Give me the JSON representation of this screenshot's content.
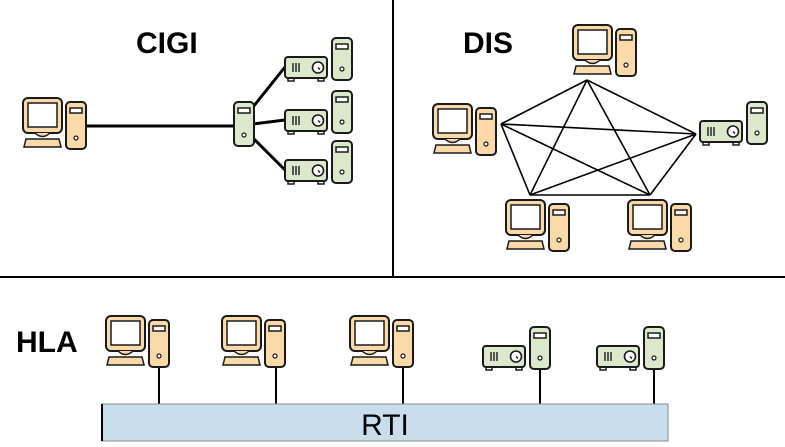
{
  "colors": {
    "pc_fill": "#FBD9A8",
    "ig_fill": "#DCE8CC",
    "rti_fill": "#C8DEEC",
    "stroke": "#1a1a1a"
  },
  "panels": {
    "cigi": {
      "title": "CIGI",
      "host": {
        "type": "computer"
      },
      "hub": {
        "type": "server-tower"
      },
      "channels": [
        {
          "type": "projector-with-tower"
        },
        {
          "type": "projector-with-tower"
        },
        {
          "type": "projector-with-tower"
        }
      ]
    },
    "dis": {
      "title": "DIS",
      "nodes": [
        {
          "id": "top",
          "type": "computer"
        },
        {
          "id": "left",
          "type": "computer"
        },
        {
          "id": "right",
          "type": "projector-with-tower"
        },
        {
          "id": "bottom-left",
          "type": "computer"
        },
        {
          "id": "bottom-right",
          "type": "computer"
        }
      ],
      "topology": "fully-connected mesh"
    },
    "hla": {
      "title": "HLA",
      "bus_label": "RTI",
      "nodes": [
        {
          "type": "computer"
        },
        {
          "type": "computer"
        },
        {
          "type": "computer"
        },
        {
          "type": "projector-with-tower"
        },
        {
          "type": "projector-with-tower"
        }
      ]
    }
  }
}
